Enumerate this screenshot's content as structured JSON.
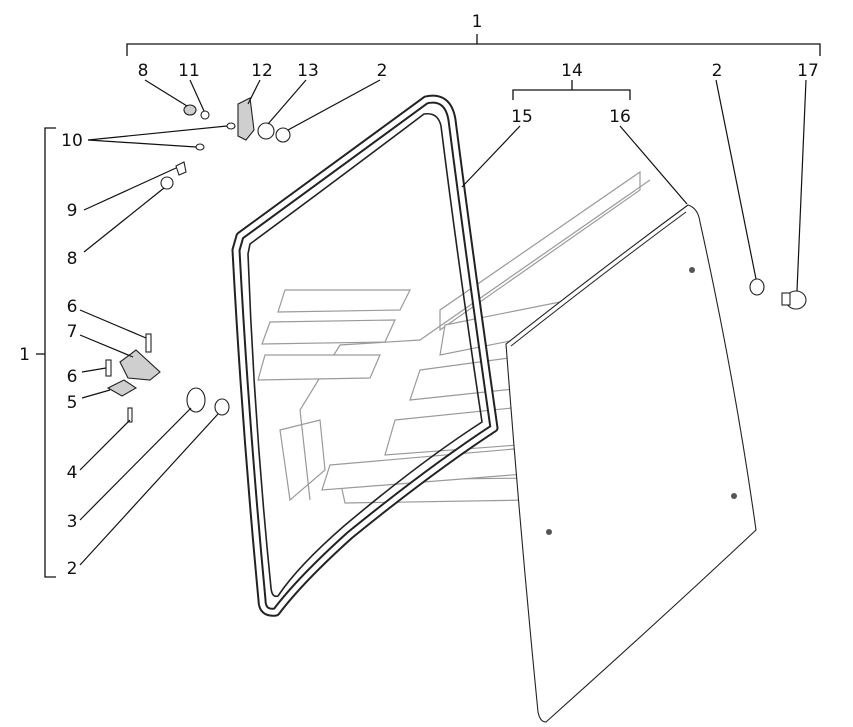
{
  "callouts": {
    "assembly_top": "1",
    "assembly_left": "1",
    "p8_top": "8",
    "p11": "11",
    "p12": "12",
    "p13": "13",
    "p2_top": "2",
    "p14": "14",
    "p15": "15",
    "p16": "16",
    "p2_right": "2",
    "p17": "17",
    "p10": "10",
    "p9": "9",
    "p8_left": "8",
    "p6_upper": "6",
    "p7": "7",
    "p6_lower": "6",
    "p5": "5",
    "p4": "4",
    "p3": "3",
    "p2_bottom": "2"
  },
  "colors": {
    "ink": "#111111",
    "watermark": "#9a9a9a",
    "background": "#ffffff"
  }
}
